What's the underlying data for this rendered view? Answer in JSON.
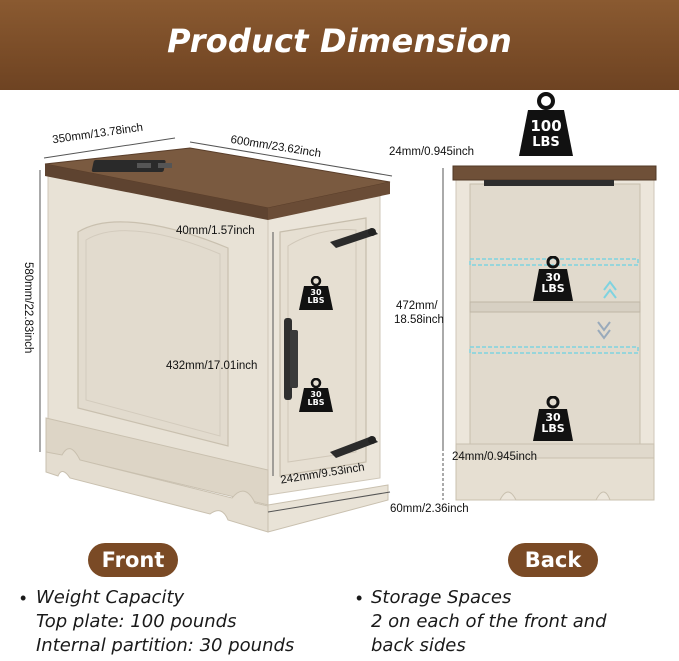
{
  "header": {
    "title": "Product Dimension"
  },
  "front": {
    "depth": "350mm/13.78inch",
    "width": "600mm/23.62inch",
    "height": "580mm/22.83inch",
    "top_thickness": "40mm/1.57inch",
    "inner_height": "432mm/17.01inch",
    "inner_depth": "242mm/9.53inch",
    "weight_upper": "30\nLBS",
    "weight_lower": "30\nLBS",
    "label": "Front"
  },
  "back": {
    "top_thickness": "24mm/0.945inch",
    "shelf_gap_line1": "472mm/",
    "shelf_gap_line2": "18.58inch",
    "bottom_board": "24mm/0.945inch",
    "base_height": "60mm/2.36inch",
    "weight_top_value": "100",
    "weight_top_unit": "LBS",
    "weight_shelf_value": "30",
    "weight_shelf_unit": "LBS",
    "weight_bottom_value": "30",
    "weight_bottom_unit": "LBS",
    "label": "Back"
  },
  "specs": {
    "left": {
      "title": "Weight Capacity",
      "line2": "Top plate: 100 pounds",
      "line3": "Internal partition: 30 pounds"
    },
    "right": {
      "title": "Storage Spaces",
      "line2": "2 on each of the front and",
      "line3": "back sides"
    }
  },
  "colors": {
    "banner": "#7b4d28",
    "wood_top": "#6f5038",
    "cabinet": "#e7e0d3",
    "pill": "#7a4a25",
    "shelf_glow": "#7fd3e0"
  }
}
